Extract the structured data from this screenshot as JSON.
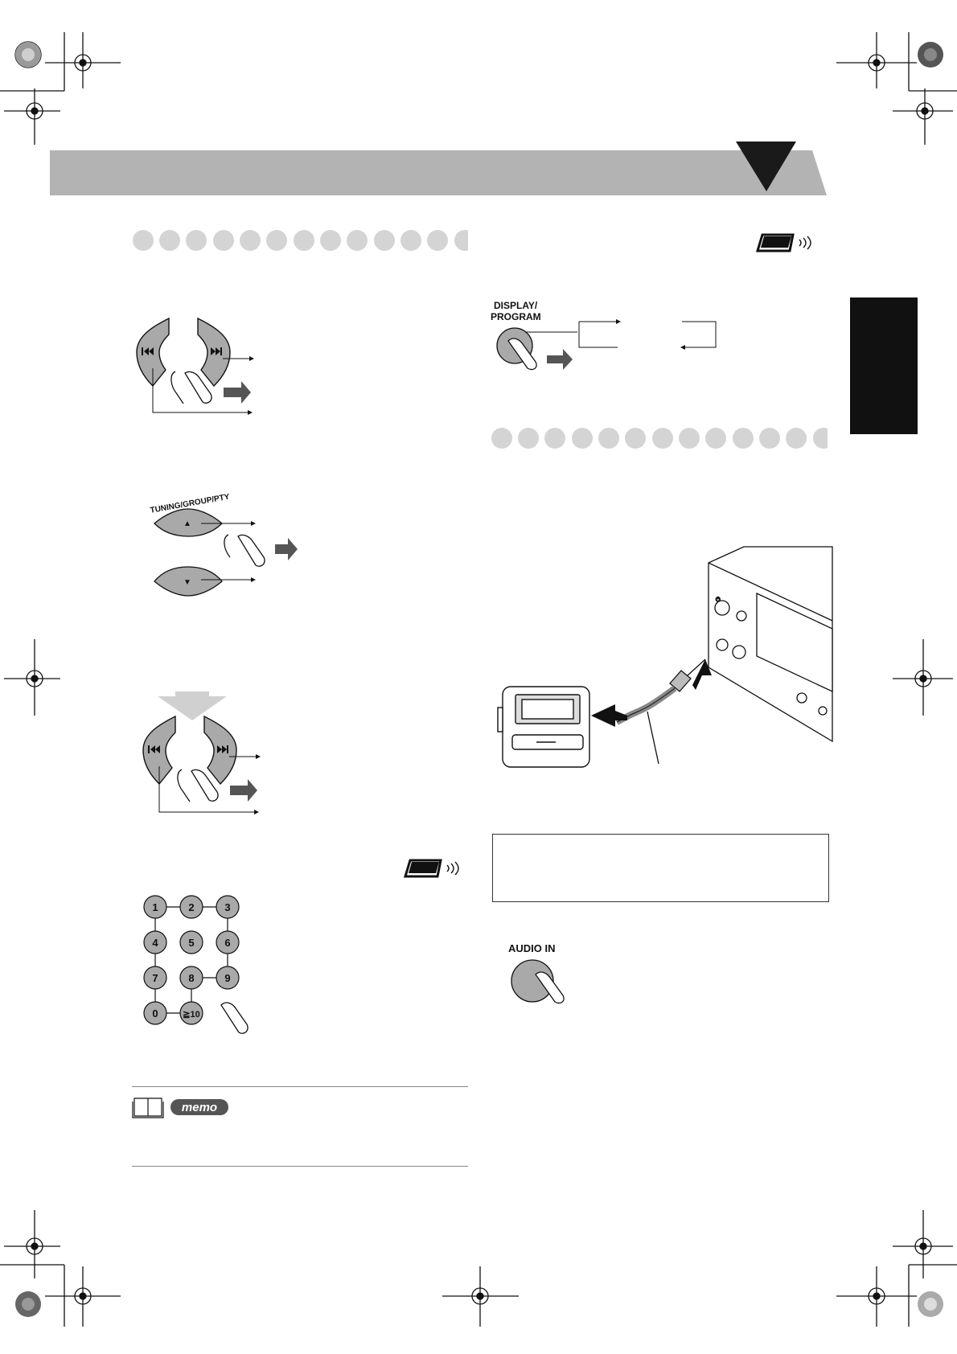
{
  "buttons": {
    "display_program": [
      "DISPLAY/",
      "PROGRAM"
    ],
    "tuning_group_pty": "TUNING/GROUP/PTY",
    "audio_in": "AUDIO IN",
    "up_arrow": "▲",
    "down_arrow": "▼"
  },
  "keypad": {
    "keys": [
      "1",
      "2",
      "3",
      "4",
      "5",
      "6",
      "7",
      "8",
      "9",
      "0",
      "≧10"
    ]
  },
  "memo": {
    "label": "memo"
  },
  "icons": {
    "remote": "remote-control-icon",
    "book": "book-icon",
    "prev": "skip-previous-icon",
    "next": "skip-next-icon",
    "finger": "finger-press-icon",
    "arrow": "gray-arrow-icon",
    "registration": "registration-mark-icon",
    "color_target": "color-target-icon"
  },
  "colors": {
    "header_band": "#b3b3b3",
    "button_gray": "#a9a9a9",
    "dots": "#d4d4d4",
    "side_tab": "#111111"
  }
}
